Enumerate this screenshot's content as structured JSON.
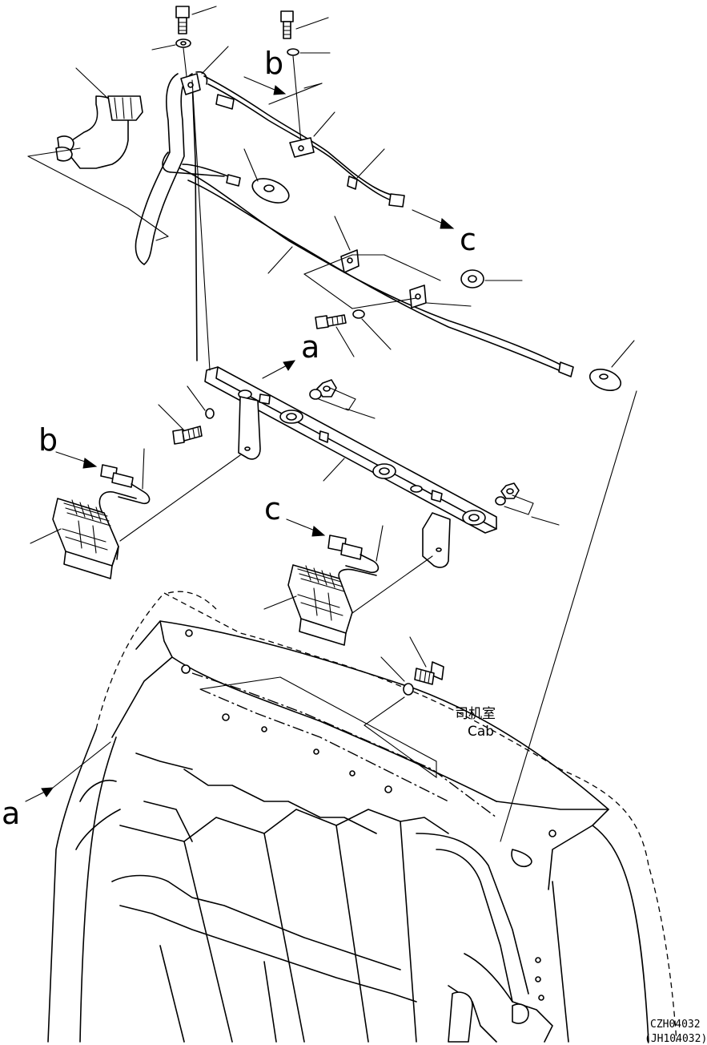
{
  "labels": {
    "a_top": "a",
    "b_top": "b",
    "c_top": "c",
    "b_left": "b",
    "c_mid": "c",
    "a_left": "a"
  },
  "cab": {
    "chinese": "司机室",
    "english": "Cab"
  },
  "codes": {
    "primary": "CZH04032",
    "secondary": "(JH104032)"
  }
}
